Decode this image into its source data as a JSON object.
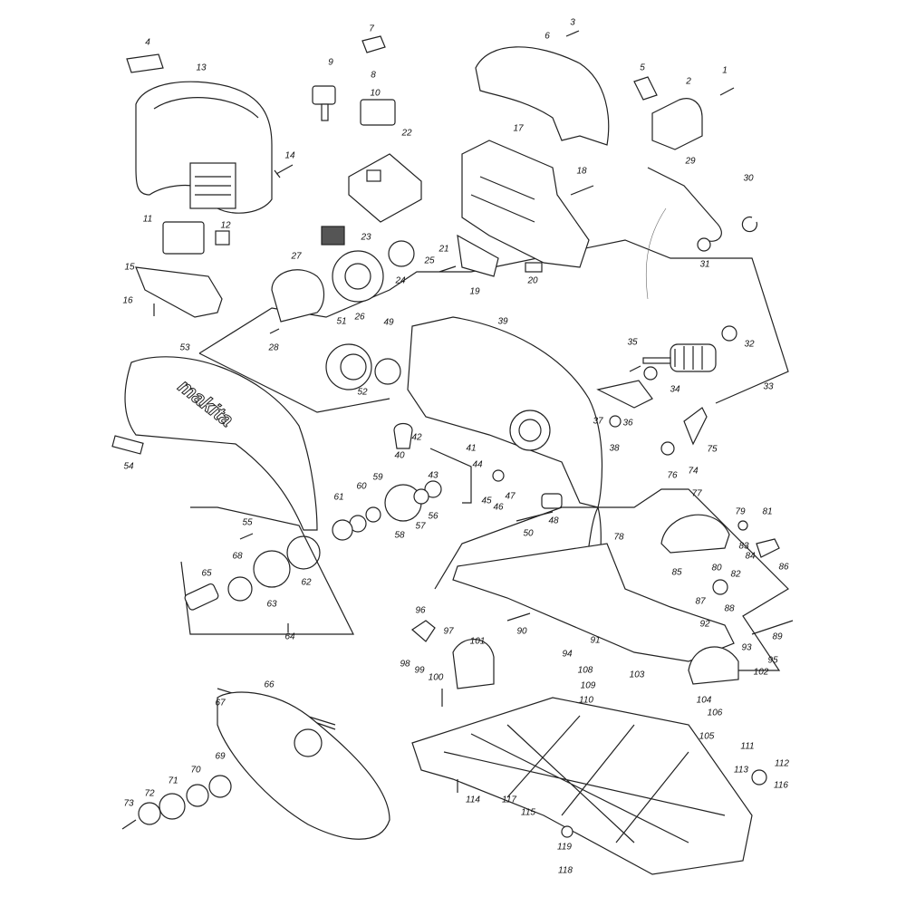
{
  "title": "Exploded parts diagram",
  "brand_logo": "makita",
  "part_labels": [
    "1",
    "2",
    "3",
    "4",
    "5",
    "6",
    "7",
    "8",
    "9",
    "10",
    "11",
    "12",
    "13",
    "14",
    "15",
    "16",
    "17",
    "18",
    "19",
    "20",
    "21",
    "22",
    "23",
    "24",
    "25",
    "26",
    "27",
    "28",
    "29",
    "30",
    "31",
    "32",
    "33",
    "34",
    "35",
    "36",
    "37",
    "38",
    "39",
    "40",
    "41",
    "42",
    "43",
    "44",
    "45",
    "46",
    "47",
    "48",
    "49",
    "50",
    "51",
    "52",
    "53",
    "54",
    "55",
    "56",
    "57",
    "58",
    "59",
    "60",
    "61",
    "62",
    "63",
    "64",
    "65",
    "66",
    "67",
    "68",
    "69",
    "70",
    "71",
    "72",
    "73",
    "74",
    "75",
    "76",
    "77",
    "78",
    "79",
    "80",
    "81",
    "82",
    "83",
    "84",
    "85",
    "86",
    "87",
    "88",
    "89",
    "90",
    "91",
    "92",
    "93",
    "94",
    "95",
    "96",
    "97",
    "98",
    "99",
    "100",
    "101",
    "102",
    "103",
    "104",
    "105",
    "106",
    "108",
    "109",
    "110",
    "111",
    "112",
    "113",
    "114",
    "115",
    "116",
    "117",
    "118",
    "119"
  ]
}
